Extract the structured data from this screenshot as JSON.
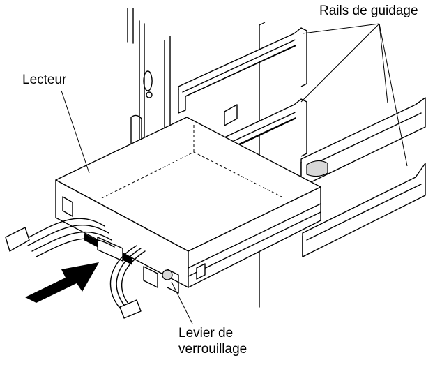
{
  "labels": {
    "rails": "Rails de guidage",
    "drive": "Lecteur",
    "lever_line1": "Levier de",
    "lever_line2": "verrouillage"
  },
  "icons": {
    "insert_arrow": "arrow-right-icon"
  },
  "colors": {
    "ink": "#000000",
    "paper": "#ffffff"
  }
}
